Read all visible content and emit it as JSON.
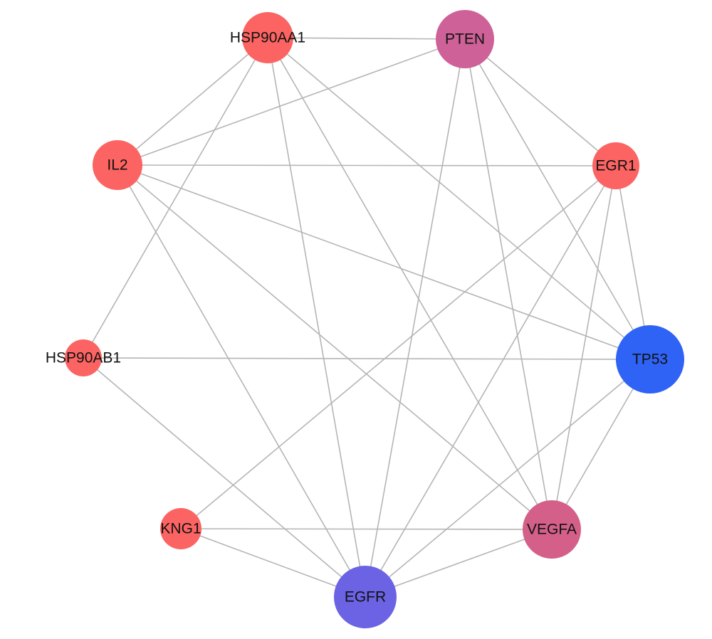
{
  "nodes": [
    {
      "id": "HSP90AA1",
      "label": "HSP90AA1",
      "color": "#fb6462"
    },
    {
      "id": "PTEN",
      "label": "PTEN",
      "color": "#cd6198"
    },
    {
      "id": "IL2",
      "label": "IL2",
      "color": "#fb6462"
    },
    {
      "id": "EGR1",
      "label": "EGR1",
      "color": "#fb6462"
    },
    {
      "id": "HSP90AB1",
      "label": "HSP90AB1",
      "color": "#fb6462"
    },
    {
      "id": "TP53",
      "label": "TP53",
      "color": "#2f63f5"
    },
    {
      "id": "KNG1",
      "label": "KNG1",
      "color": "#fb6462"
    },
    {
      "id": "VEGFA",
      "label": "VEGFA",
      "color": "#d46089"
    },
    {
      "id": "EGFR",
      "label": "EGFR",
      "color": "#6b63e3"
    }
  ],
  "edges": [
    [
      "HSP90AA1",
      "PTEN"
    ],
    [
      "HSP90AA1",
      "IL2"
    ],
    [
      "HSP90AA1",
      "HSP90AB1"
    ],
    [
      "HSP90AA1",
      "TP53"
    ],
    [
      "HSP90AA1",
      "VEGFA"
    ],
    [
      "HSP90AA1",
      "EGFR"
    ],
    [
      "PTEN",
      "IL2"
    ],
    [
      "PTEN",
      "EGR1"
    ],
    [
      "PTEN",
      "TP53"
    ],
    [
      "PTEN",
      "VEGFA"
    ],
    [
      "PTEN",
      "EGFR"
    ],
    [
      "IL2",
      "EGR1"
    ],
    [
      "IL2",
      "TP53"
    ],
    [
      "IL2",
      "VEGFA"
    ],
    [
      "IL2",
      "EGFR"
    ],
    [
      "EGR1",
      "TP53"
    ],
    [
      "EGR1",
      "VEGFA"
    ],
    [
      "EGR1",
      "EGFR"
    ],
    [
      "EGR1",
      "KNG1"
    ],
    [
      "HSP90AB1",
      "TP53"
    ],
    [
      "HSP90AB1",
      "EGFR"
    ],
    [
      "TP53",
      "VEGFA"
    ],
    [
      "TP53",
      "EGFR"
    ],
    [
      "KNG1",
      "VEGFA"
    ],
    [
      "KNG1",
      "EGFR"
    ],
    [
      "VEGFA",
      "EGFR"
    ]
  ]
}
